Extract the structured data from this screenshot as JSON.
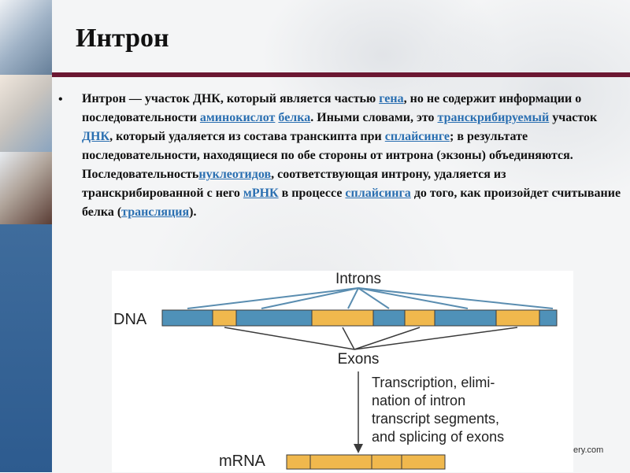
{
  "slide": {
    "title": "Интрон",
    "bullet": "•",
    "footer": "ery.com"
  },
  "body": {
    "t1": "Интрон — участок ДНК, который является частью ",
    "l1": "гена",
    "t2": ", но не содержит информации о последовательности ",
    "l2": "аминокислот",
    "t3": " ",
    "l3": "белка",
    "t4": ". Иными словами, это ",
    "l4": "транскрибируемый",
    "t5": " участок  ",
    "l5": "ДНК",
    "t6": ", который удаляется из состава транскипта при ",
    "l6": "сплайсинге",
    "t7": "; в результате последовательности, находящиеся по обе стороны от интрона (экзоны) объединяются. Последовательность",
    "l7": "нуклеотидов",
    "t8": ", соответствующая интрону, удаляется из транскрибированной с него ",
    "l8": "мРНК",
    "t9": " в процессе ",
    "l9": "сплайсинга",
    "t10": " до того, как произойдет считывание белка (",
    "l10": "трансляция",
    "t11": ")."
  },
  "diagram": {
    "introns_label": "Introns",
    "exons_label": "Exons",
    "dna_label": "DNA",
    "mrna_label": "mRNA",
    "process_lines": [
      "Transcription, elimi-",
      "nation of intron",
      "transcript segments,",
      "and splicing of exons"
    ],
    "colors": {
      "intron": "#4f91b8",
      "exon": "#f0b84d",
      "line": "#3a3a3a",
      "fan": "#5a8db0"
    }
  }
}
